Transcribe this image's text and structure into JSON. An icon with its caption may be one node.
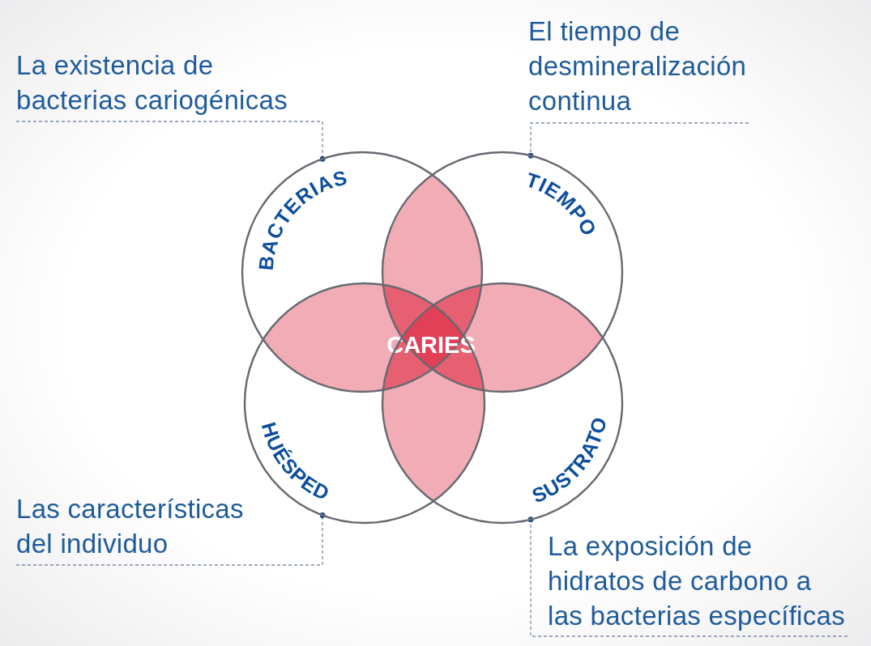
{
  "diagram": {
    "nodes": [
      {
        "text": [
          "La existencia de bacterias cariogénicas"
        ]
      },
      {
        "text": [
          "El tiempo de desmineralización continua"
        ]
      },
      {
        "text": [
          "BACTERIAS"
        ]
      },
      {
        "text": [
          "TIEMPO"
        ]
      },
      {
        "text": [
          "CARIES"
        ]
      },
      {
        "text": [
          "HUÉSPED"
        ]
      },
      {
        "text": [
          "SUSTRATO"
        ]
      },
      {
        "text": [
          "Las características del individuo"
        ]
      },
      {
        "text": [
          "La exposición de hidratos de carbono a las bacterias específicas"
        ]
      }
    ],
    "edges": [
      {
        "from": 0,
        "to": 2,
        "arrow": "other",
        "style": "dashed"
      },
      {
        "from": 1,
        "to": 3,
        "arrow": "other",
        "style": "dashed"
      },
      {
        "from": 7,
        "to": 5,
        "arrow": "other",
        "style": "dashed"
      },
      {
        "from": 8,
        "to": 6,
        "arrow": "other",
        "style": "dashed"
      }
    ]
  }
}
